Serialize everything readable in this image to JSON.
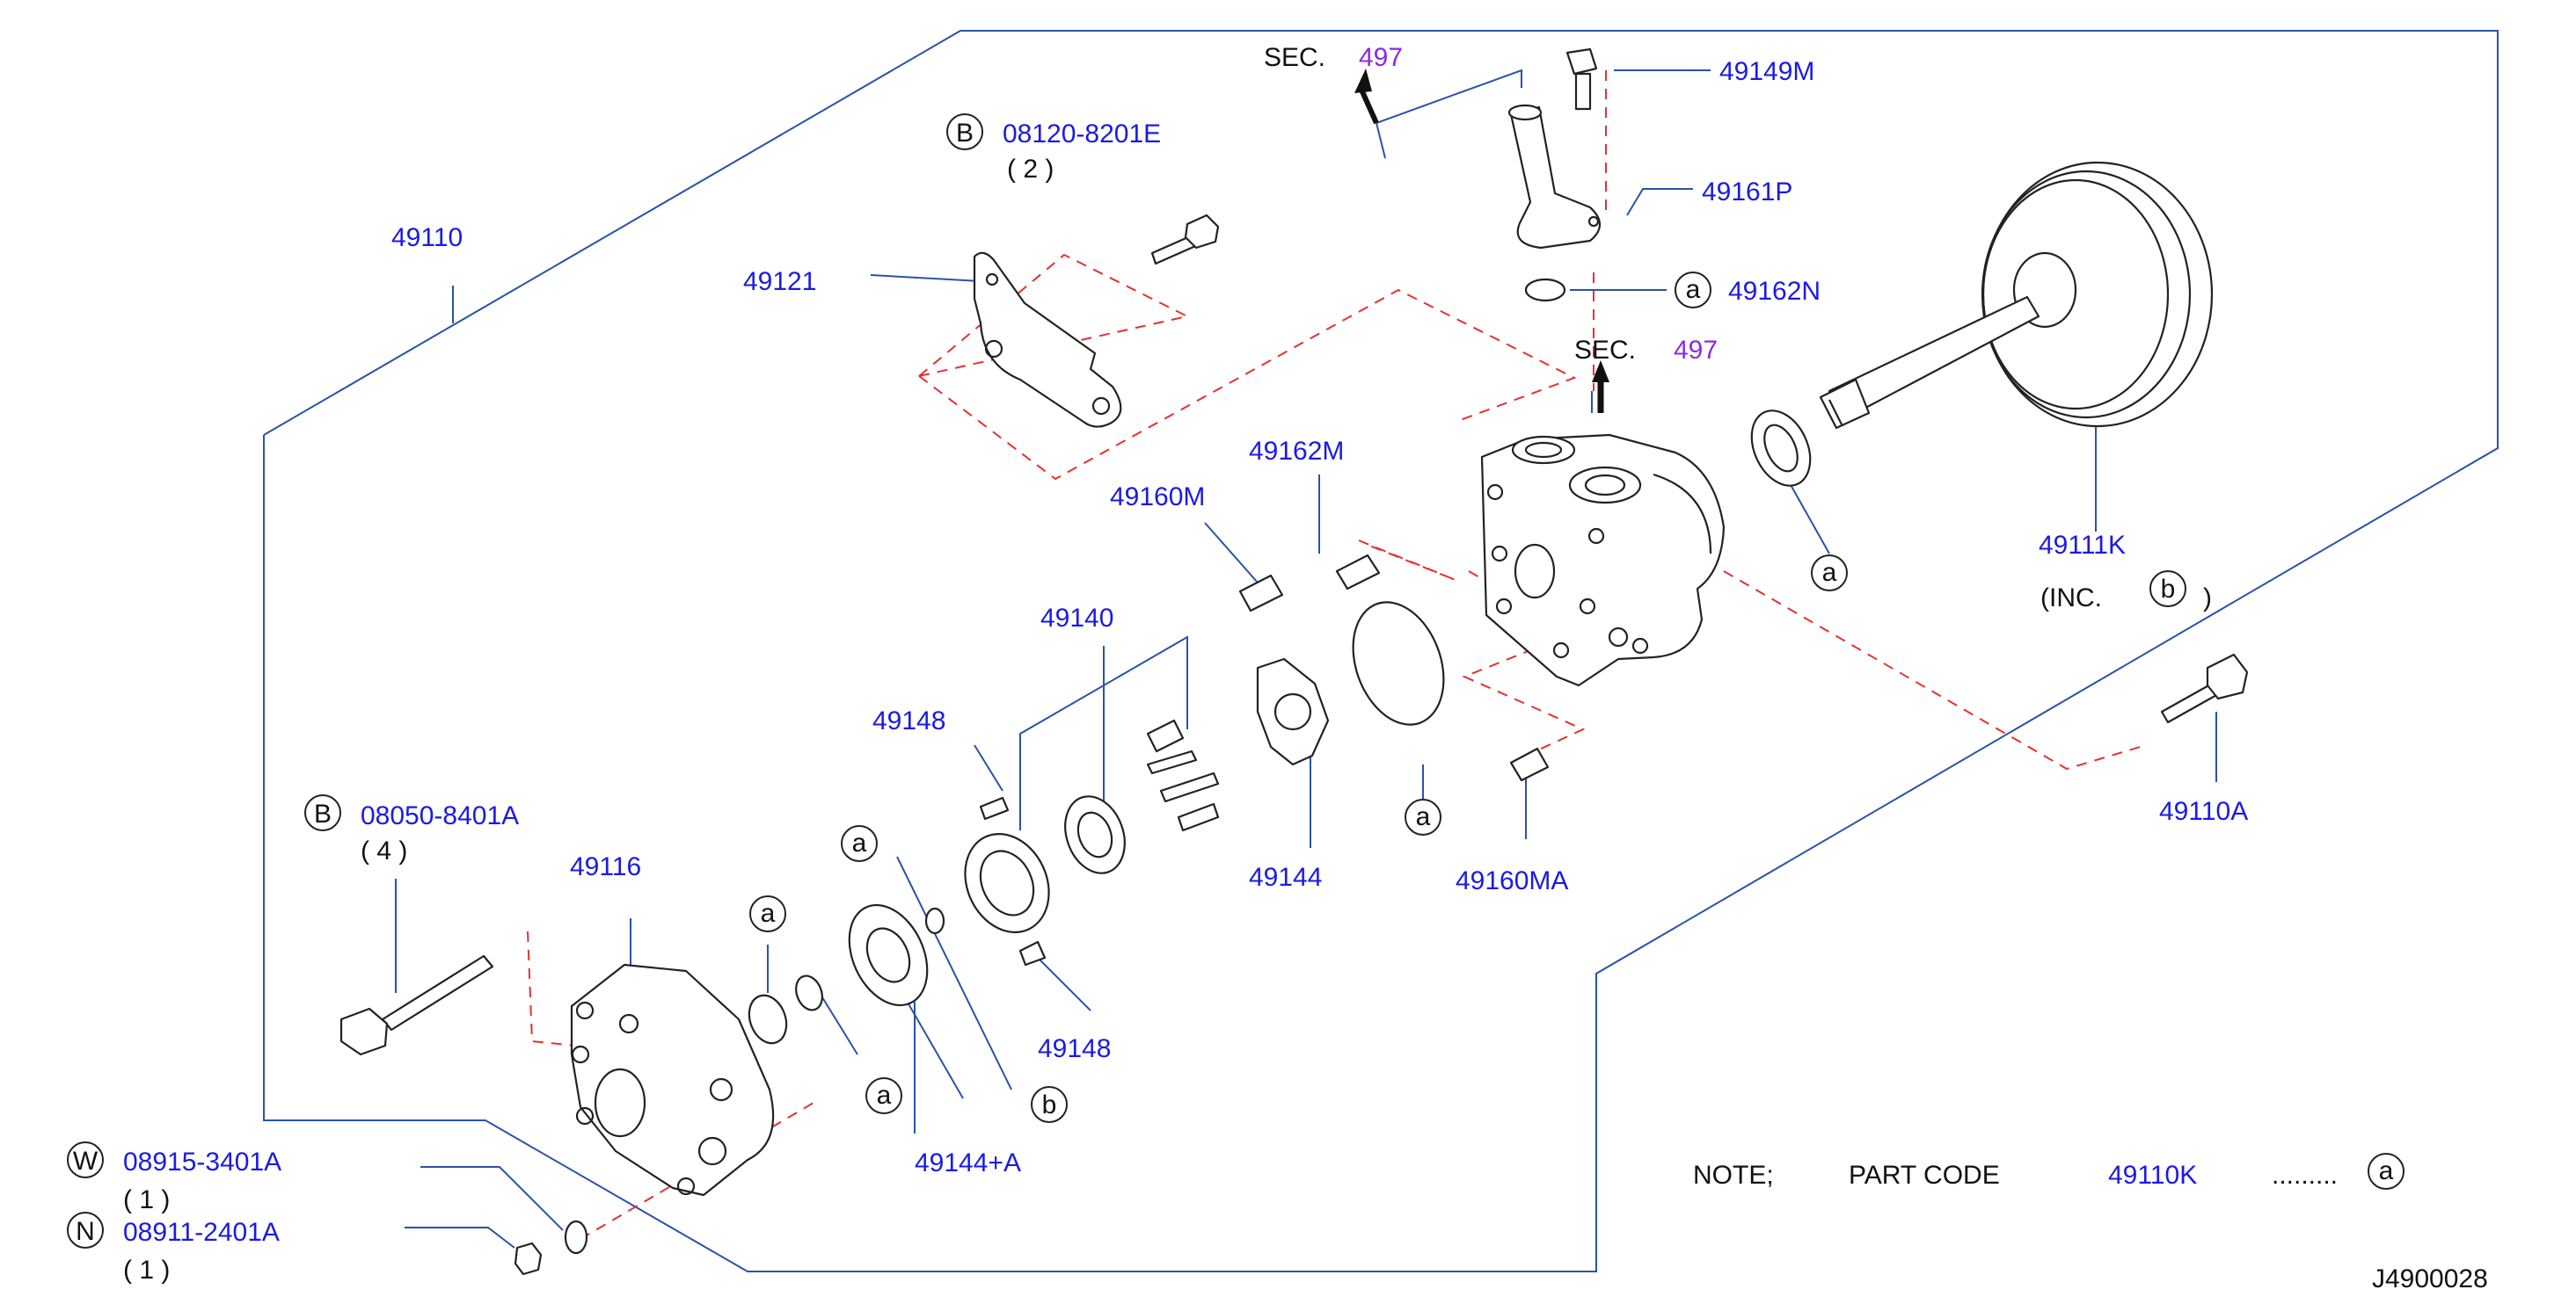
{
  "labels": {
    "p49110": "49110",
    "p49121": "49121",
    "b_08120": "08120-8201E",
    "b_08120_qty": "( 2 )",
    "sec_text_1": "SEC.",
    "sec_num_1": "497",
    "p49149m": "49149M",
    "p49161p": "49161P",
    "p49162n": "49162N",
    "sec_text_2": "SEC.",
    "sec_num_2": "497",
    "p49162m": "49162M",
    "p49160m": "49160M",
    "p49140": "49140",
    "p49148_top": "49148",
    "p49144": "49144",
    "p49160ma": "49160MA",
    "p49111k": "49111K",
    "inc_open": "(INC.",
    "inc_close": ")",
    "p49110a": "49110A",
    "b_08050": "08050-8401A",
    "b_08050_qty": "( 4 )",
    "p49116": "49116",
    "p49148_bot": "49148",
    "p49144a": "49144+A",
    "w_08915": "08915-3401A",
    "w_08915_qty": "( 1 )",
    "n_08911": "08911-2401A",
    "n_08911_qty": "( 1 )",
    "note": "NOTE;",
    "part_code": "PART  CODE",
    "note_code": "49110K",
    "note_dots": ".........",
    "diagram_id": "J4900028"
  },
  "markers": {
    "B": "B",
    "W": "W",
    "N": "N",
    "a": "a",
    "b": "b"
  },
  "colors": {
    "label_blue": "#1a1ae6",
    "section_purple": "#8a2be2",
    "leader_blue": "#2a52a8",
    "dash_red": "#e53030",
    "part_outline": "#222222"
  }
}
